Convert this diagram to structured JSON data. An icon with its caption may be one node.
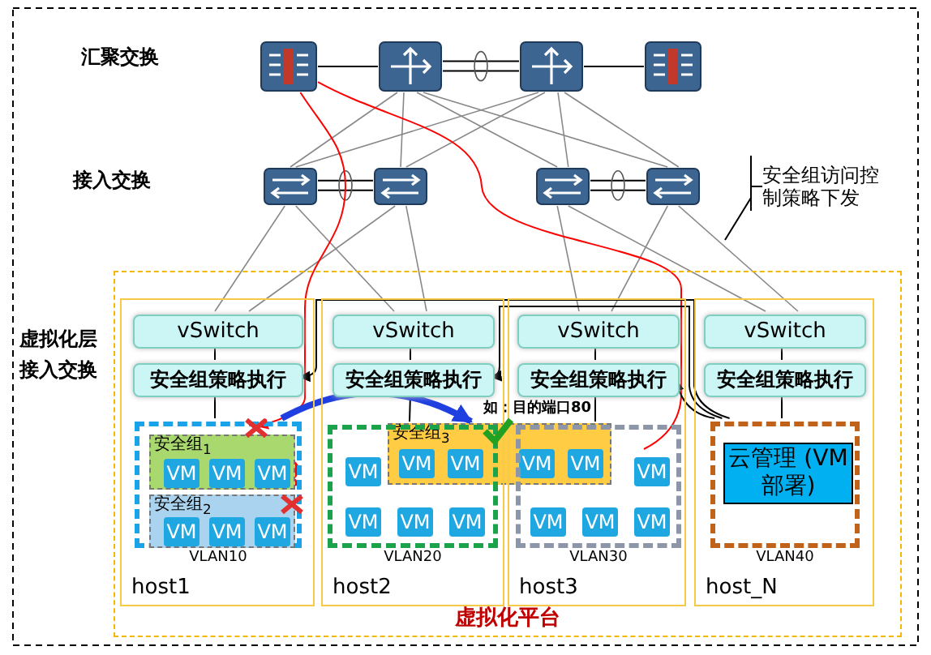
{
  "diagram": {
    "nodes": [
      {
        "text": [],
        "shape": "box"
      },
      {
        "text": [],
        "shape": "box"
      },
      {
        "text": [],
        "shape": "box"
      },
      {
        "text": [],
        "shape": "box"
      },
      {
        "text": [],
        "shape": "box"
      },
      {
        "text": [],
        "shape": "box"
      },
      {
        "text": [],
        "shape": "box"
      },
      {
        "text": [],
        "shape": "box"
      },
      {
        "text": [
          "虚拟化平台"
        ]
      },
      {
        "text": [
          "host1"
        ],
        "in": 8
      },
      {
        "text": [
          "vSwitch"
        ],
        "in": 9
      },
      {
        "text": [
          "安全组策略执行"
        ],
        "in": 9
      },
      {
        "text": [
          "VLAN10"
        ],
        "in": 9
      },
      {
        "text": [
          "安全组$_{1}$"
        ],
        "in": 12
      },
      {
        "text": [
          "VM"
        ],
        "in": 13
      },
      {
        "text": [
          "VM"
        ],
        "in": 13
      },
      {
        "text": [
          "VM"
        ],
        "in": 13
      },
      {
        "text": [
          "安全组$_{2}$"
        ],
        "in": 12
      },
      {
        "text": [
          "VM"
        ],
        "in": 17
      },
      {
        "text": [
          "VM"
        ],
        "in": 17
      },
      {
        "text": [
          "VM"
        ],
        "in": 17
      },
      {
        "text": [
          "host2"
        ],
        "in": 8
      },
      {
        "text": [
          "vSwitch"
        ],
        "in": 21
      },
      {
        "text": [
          "安全组策略执行"
        ],
        "in": 21
      },
      {
        "text": [
          "VLAN20"
        ],
        "in": 21
      },
      {
        "text": [
          "VM"
        ],
        "in": 24
      },
      {
        "text": [
          "VM"
        ],
        "in": 24
      },
      {
        "text": [
          "VM"
        ],
        "in": 24
      },
      {
        "text": [
          "VM"
        ],
        "in": 24
      },
      {
        "text": [
          "安全组$_{3}$"
        ],
        "in": 8
      },
      {
        "text": [
          "VM"
        ]
      },
      {
        "text": [
          "VM"
        ]
      },
      {
        "text": [
          "VM"
        ]
      },
      {
        "text": [
          "VM"
        ]
      },
      {
        "text": [
          "host3"
        ],
        "in": 8
      },
      {
        "text": [
          "vSwitch"
        ],
        "in": 34
      },
      {
        "text": [
          "安全组策略执行"
        ],
        "in": 34
      },
      {
        "text": [
          "VLAN30"
        ],
        "in": 34
      },
      {
        "text": [
          "VM"
        ],
        "in": 37
      },
      {
        "text": [
          "VM"
        ],
        "in": 37
      },
      {
        "text": [
          "VM"
        ],
        "in": 37
      },
      {
        "text": [
          "VM"
        ],
        "in": 37
      },
      {
        "text": [
          "host_N"
        ],
        "in": 8
      },
      {
        "text": [
          "vSwitch"
        ],
        "in": 42
      },
      {
        "text": [
          "安全组策略执行"
        ],
        "in": 42
      },
      {
        "text": [
          "VLAN40"
        ],
        "in": 42
      },
      {
        "text": [
          "云管理 (VM部署)"
        ],
        "in": 45
      },
      {
        "text": [
          "安全组访问控制策略下发"
        ]
      }
    ],
    "edges": [
      {
        "from": 0,
        "to": 1,
        "arrow": "none"
      },
      {
        "from": 1,
        "to": 2,
        "arrow": "none"
      },
      {
        "from": 2,
        "to": 3,
        "arrow": "none"
      },
      {
        "from": 1,
        "to": 4,
        "arrow": "none",
        "color": "#888888"
      },
      {
        "from": 1,
        "to": 5,
        "arrow": "none",
        "color": "#888888"
      },
      {
        "from": 1,
        "to": 6,
        "arrow": "none",
        "color": "#888888"
      },
      {
        "from": 1,
        "to": 7,
        "arrow": "none",
        "color": "#888888"
      },
      {
        "from": 2,
        "to": 4,
        "arrow": "none",
        "color": "#888888"
      },
      {
        "from": 2,
        "to": 5,
        "arrow": "none",
        "color": "#888888"
      },
      {
        "from": 2,
        "to": 6,
        "arrow": "none",
        "color": "#888888"
      },
      {
        "from": 2,
        "to": 7,
        "arrow": "none",
        "color": "#888888"
      },
      {
        "from": 4,
        "to": 5,
        "arrow": "none"
      },
      {
        "from": 6,
        "to": 7,
        "arrow": "none"
      },
      {
        "from": 4,
        "to": 10,
        "arrow": "none",
        "color": "#888888"
      },
      {
        "from": 4,
        "to": 22,
        "arrow": "none",
        "color": "#888888"
      },
      {
        "from": 5,
        "to": 10,
        "arrow": "none",
        "color": "#888888"
      },
      {
        "from": 5,
        "to": 22,
        "arrow": "none",
        "color": "#888888"
      },
      {
        "from": 6,
        "to": 35,
        "arrow": "none",
        "color": "#888888"
      },
      {
        "from": 6,
        "to": 43,
        "arrow": "none",
        "color": "#888888"
      },
      {
        "from": 7,
        "to": 35,
        "arrow": "none",
        "color": "#888888"
      },
      {
        "from": 7,
        "to": 43,
        "arrow": "none",
        "color": "#888888"
      },
      {
        "from": 10,
        "to": 11,
        "arrow": "none"
      },
      {
        "from": 22,
        "to": 23,
        "arrow": "none"
      },
      {
        "from": 35,
        "to": 36,
        "arrow": "none"
      },
      {
        "from": 43,
        "to": 44,
        "arrow": "none"
      },
      {
        "from": 11,
        "to": 12,
        "arrow": "none"
      },
      {
        "from": 23,
        "to": 24,
        "arrow": "none"
      },
      {
        "from": 36,
        "to": 37,
        "arrow": "none"
      },
      {
        "from": 44,
        "to": 45,
        "arrow": "none"
      },
      {
        "from": 38,
        "to": 0,
        "arrow": "none",
        "color": "#ff0000"
      },
      {
        "from": 0,
        "to": 13,
        "arrow": "to",
        "color": "#ff0000"
      },
      {
        "from": 16,
        "to": 17,
        "arrow": "to",
        "style": "thick",
        "color": "#ff0000"
      },
      {
        "from": 12,
        "to": 29,
        "arrow": "to",
        "style": "thick",
        "color": "#1f3fe0"
      },
      {
        "from": 45,
        "to": 11,
        "arrow": "to"
      },
      {
        "from": 45,
        "to": 23,
        "arrow": "to"
      },
      {
        "from": 45,
        "to": 36,
        "arrow": "to"
      },
      {
        "from": 47,
        "to": null,
        "arrow": "none"
      }
    ],
    "labels": [
      "汇聚交换",
      "接入交换",
      "虚拟化层接入交换",
      "如：目的端口80"
    ]
  }
}
